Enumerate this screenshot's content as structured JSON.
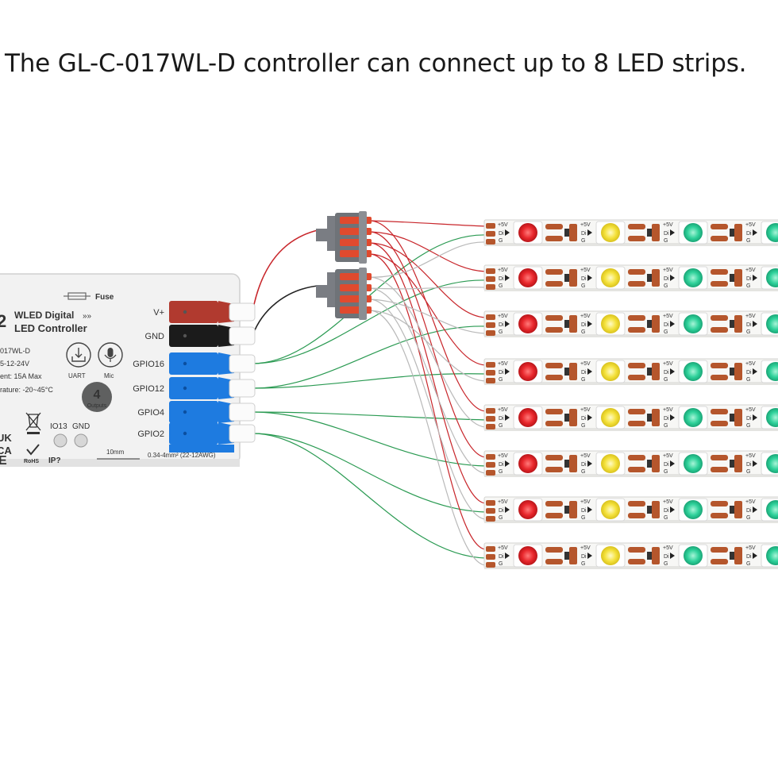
{
  "headline": "The GL-C-017WL-D controller can connect up to 8 LED strips.",
  "controller": {
    "fuse_label": "Fuse",
    "brand_digit": "2",
    "title_line1": "WLED Digital",
    "title_chevrons": "»»",
    "title_line2": "LED Controller",
    "model": "017WL-D",
    "voltage": "5-12-24V",
    "current": "ent: 15A Max",
    "temperature": "rature: -20~45°C",
    "uart_label": "UART",
    "mic_label": "Mic",
    "outputs_count": "4",
    "outputs_label": "Outputs",
    "io13_label": "IO13",
    "gnd_pin_label": "GND",
    "cert_uk": "UK",
    "cert_ca": "CA",
    "cert_ce": "E",
    "rohs": "RoHS",
    "ip_rating": "IP?",
    "scale_label": "10mm",
    "wire_spec": "0.34-4mm² (22-12AWG)",
    "terminal_labels": [
      "V+",
      "GND",
      "GPIO16",
      "GPIO12",
      "GPIO4",
      "GPIO2"
    ]
  },
  "strip_labels": {
    "plus5v": "+5V",
    "di": "Di",
    "g": "G"
  },
  "colors": {
    "led_red": "#e8262b",
    "led_yellow": "#f4e13a",
    "led_green": "#2ed19a",
    "wire_red": "#c8262b",
    "wire_green": "#2a9a52",
    "wire_white": "#b9b9b9",
    "wire_black": "#222222",
    "terminal_blue": "#1e7be0",
    "terminal_red": "#b13a2f",
    "pad_copper": "#b5562c"
  }
}
